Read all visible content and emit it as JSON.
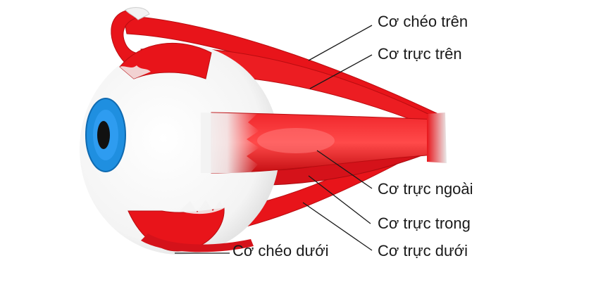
{
  "labels": {
    "superior_oblique": "Cơ chéo trên",
    "superior_rectus": "Cơ trực trên",
    "lateral_rectus": "Cơ trực ngoài",
    "medial_rectus": "Cơ trực trong",
    "inferior_rectus": "Cơ trực dưới",
    "inferior_oblique": "Cơ chéo dưới"
  },
  "colors": {
    "muscle": "#e8141a",
    "muscle_dark": "#b90c10",
    "tendon": "#f2f2f2",
    "sclera": "#ffffff",
    "iris": "#1f8fe0",
    "pupil": "#111111"
  }
}
